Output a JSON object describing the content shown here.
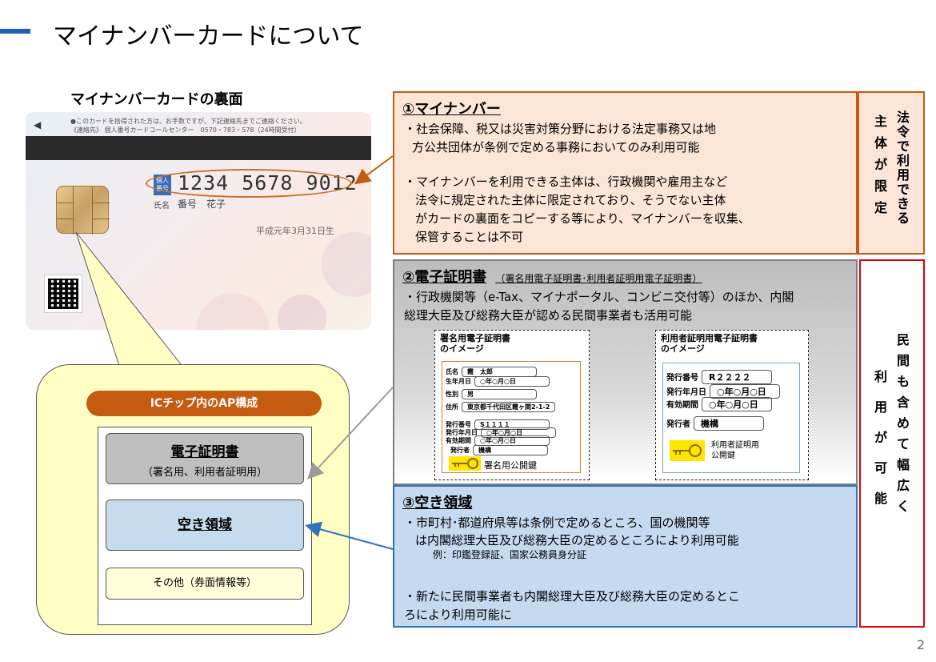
{
  "header": {
    "title": "マイナンバーカードについて",
    "page_number": "2"
  },
  "card": {
    "heading": "マイナンバーカードの裏面",
    "notice_line1": "●このカードを拾得された方は、お手数ですが、下記連絡先までご連絡ください。",
    "notice_line2": "《連絡先》 個人番号カードコールセンター　0570・783・578（24時間受付）",
    "number_badge": "個人番号",
    "number": "1234 5678 9012",
    "name_label": "氏名",
    "name_value": "番号　花子",
    "expiry": "平成元年3月31日生"
  },
  "ap": {
    "title": "ICチップ内のAP構成",
    "cert_title": "電子証明書",
    "cert_sub": "（署名用、利用者証明用）",
    "free_space": "空き領域",
    "other": "その他（券面情報等）"
  },
  "section1": {
    "heading": "①マイナンバー",
    "p1_line1": "・社会保障、税又は災害対策分野における法定事務又は地",
    "p1_line2": "方公共団体が条例で定める事務においてのみ利用可能",
    "p2_line1": "・マイナンバーを利用できる主体は、行政機関や雇用主など",
    "p2_line2": "法令に規定された主体に限定されており、そうでない主体",
    "p2_line3": "がカードの裏面をコピーする等により、マイナンバーを収集、",
    "p2_line4": "保管することは不可",
    "note_right": "法令で利用できる",
    "note_left": "主体が限定"
  },
  "section2": {
    "heading": "②電子証明書",
    "heading_sub": "（署名用電子証明書･利用者証明用電子証明書）",
    "line1": "・行政機関等（e-Tax、マイナポータル、コンビニ交付等）のほか、内閣",
    "line2": "総理大臣及び総務大臣が認める民間事業者も活用可能",
    "sign_cert": {
      "title1": "署名用電子証明書",
      "title2": "のイメージ",
      "name_label": "氏名",
      "name": "霞　太郎",
      "birth_label": "生年月日",
      "birth": "○年○月○日",
      "sex_label": "性別",
      "sex": "男",
      "addr_label": "住所",
      "addr": "東京都千代田区霞ヶ関2-1-2",
      "issue_no_label": "発行番号",
      "issue_no": "S１１１１",
      "issue_date_label": "発行年月日",
      "issue_date": "○年○月○日",
      "valid_label": "有効期間",
      "valid": "○年○月○日",
      "issuer_label": "発行者",
      "issuer": "機構",
      "key_label": "署名用公開鍵"
    },
    "user_cert": {
      "title1": "利用者証明用電子証明書",
      "title2": "のイメージ",
      "issue_no_label": "発行番号",
      "issue_no": "R２２２２",
      "issue_date_label": "発行年月日",
      "issue_date": "○年○月○日",
      "valid_label": "有効期間",
      "valid": "○年○月○日",
      "issuer_label": "発行者",
      "issuer": "機構",
      "key_label1": "利用者証明用",
      "key_label2": "公開鍵"
    }
  },
  "section3": {
    "heading": "③空き領域",
    "line1": "・市町村･都道府県等は条例で定めるところ、国の機関等",
    "line2": "は内閣総理大臣及び総務大臣の定めるところにより利用可能",
    "example": "例：印鑑登録証、国家公務員身分証",
    "line3": "・新たに民間事業者も内閣総理大臣及び総務大臣の定めるとこ",
    "line4": "ろにより利用可能に"
  },
  "note2": {
    "right": "民間も含めて幅広く",
    "left": "利用が可能"
  },
  "colors": {
    "accent_blue": "#1f5fb4",
    "orange": "#c55a11",
    "red": "#e00000"
  }
}
